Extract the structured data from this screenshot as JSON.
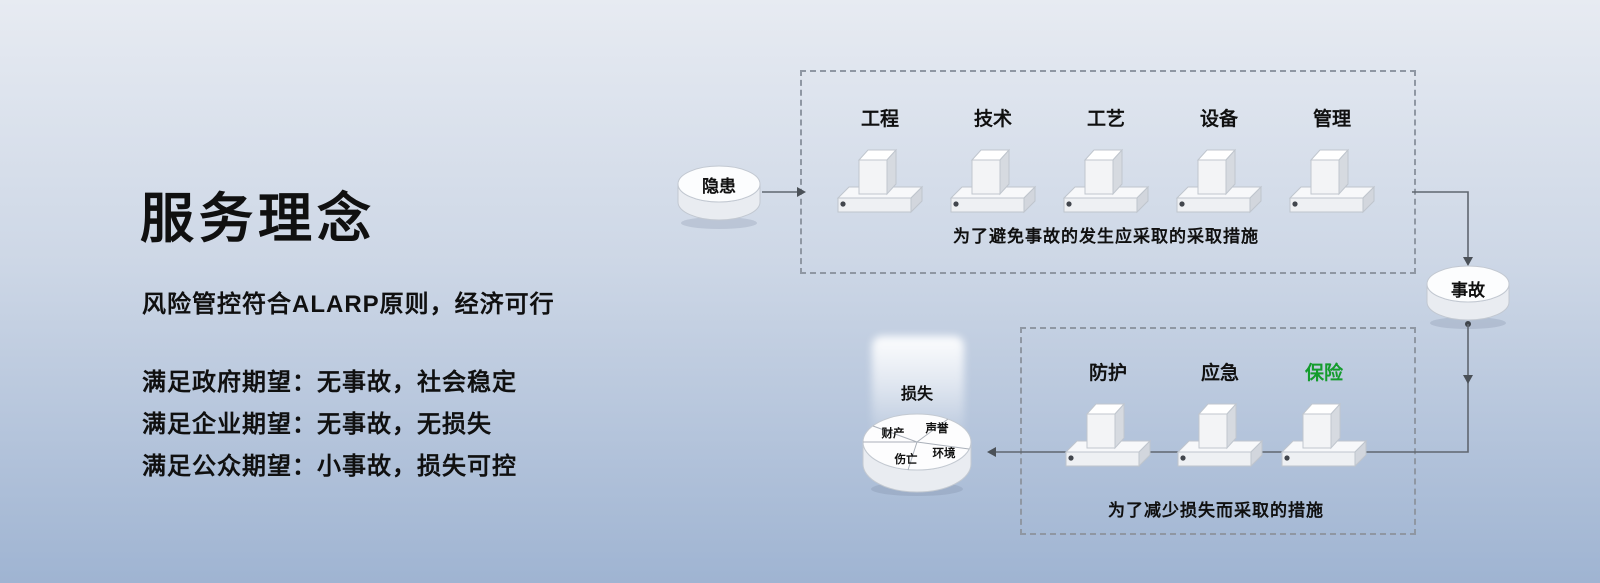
{
  "page": {
    "bg_top": "#e7ebf2",
    "bg_bottom": "#9fb4d2",
    "line_color": "#5f6670",
    "accent_green": "#149c2d"
  },
  "left_panel": {
    "title": "服务理念",
    "subtitle": "风险管控符合ALARP原则，经济可行",
    "expectations": [
      "满足政府期望：无事故，社会稳定",
      "满足企业期望：无事故，无损失",
      "满足公众期望：小事故，损失可控"
    ]
  },
  "diagram": {
    "hazard_cylinder": {
      "label": "隐患"
    },
    "accident_cylinder": {
      "label": "事故"
    },
    "loss_cylinder": {
      "label": "损失",
      "pie_labels": [
        "财产",
        "声誉",
        "伤亡",
        "环境"
      ]
    },
    "prevention_box": {
      "blocks": [
        {
          "label": "工程"
        },
        {
          "label": "技术"
        },
        {
          "label": "工艺"
        },
        {
          "label": "设备"
        },
        {
          "label": "管理"
        }
      ],
      "caption": "为了避免事故的发生应采取的采取措施"
    },
    "mitigation_box": {
      "blocks": [
        {
          "label": "防护"
        },
        {
          "label": "应急"
        },
        {
          "label": "保险",
          "color": "#149c2d"
        }
      ],
      "caption": "为了减少损失而采取的措施"
    }
  }
}
